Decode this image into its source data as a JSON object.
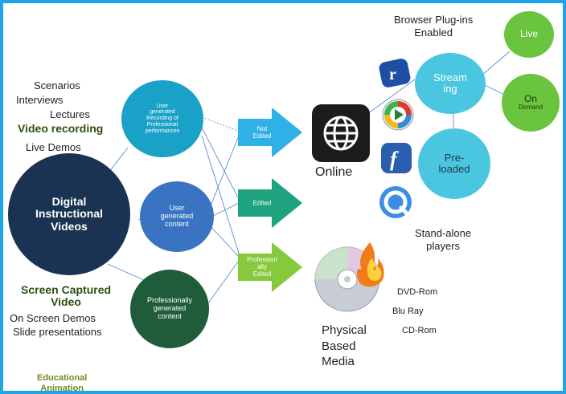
{
  "left_items": {
    "scenarios": "Scenarios",
    "interviews": "Interviews",
    "lectures": "Lectures",
    "video_recording": "Video recording",
    "live_demos": "Live Demos",
    "screen_captured_line1": "Screen Captured",
    "screen_captured_line2": "Video",
    "on_screen_demos": "On Screen Demos",
    "slide_presentations": "Slide presentations",
    "educational_animation_line1": "Educational",
    "educational_animation_line2": "Animation"
  },
  "center": {
    "line1": "Digital",
    "line2": "Instructional",
    "line3": "Videos"
  },
  "sources": {
    "user_generated_recording": [
      "User",
      "generated",
      "Recording of",
      "Professional",
      "performances"
    ],
    "user_generated_content": [
      "User",
      "generated",
      "content"
    ],
    "professionally_generated": [
      "Professionally",
      "generated",
      "content"
    ]
  },
  "arrows": {
    "not_edited": [
      "Not",
      "Edited"
    ],
    "edited": [
      "Edited"
    ],
    "professionally_edited": [
      "Profession",
      "ally",
      "Edited"
    ]
  },
  "online": {
    "label": "Online",
    "browser_plugins_line1": "Browser Plug-ins",
    "browser_plugins_line2": "Enabled",
    "streaming_line1": "Stream",
    "streaming_line2": "ing",
    "preloaded_line1": "Pre-",
    "preloaded_line2": "loaded",
    "live": "Live",
    "on_demand_line1": "On",
    "on_demand_line2": "Demand",
    "standalone_line1": "Stand-alone",
    "standalone_line2": "players"
  },
  "physical": {
    "label_line1": "Physical",
    "label_line2": "Based",
    "label_line3": "Media",
    "dvd_rom": "DVD-Rom",
    "blu_ray": "Blu Ray",
    "cd_rom": "CD-Rom"
  },
  "icons": [
    "globe-icon",
    "realplayer-icon",
    "windows-media-icon",
    "flash-icon",
    "quicktime-icon",
    "disc-flame-icon"
  ],
  "colors": {
    "frame_border": "#1ea4e8",
    "center_circle": "#1b3352",
    "source_circle_1": "#1aa1c8",
    "source_circle_2": "#3a73c2",
    "source_circle_3": "#1f5c3a",
    "arrow_not_edited": "#2fb0e6",
    "arrow_edited": "#1fa37e",
    "arrow_professional": "#86c93c",
    "online_circles": "#4bc6e0",
    "green_circles": "#6bc43d",
    "dark_green_text": "#2d5012"
  }
}
